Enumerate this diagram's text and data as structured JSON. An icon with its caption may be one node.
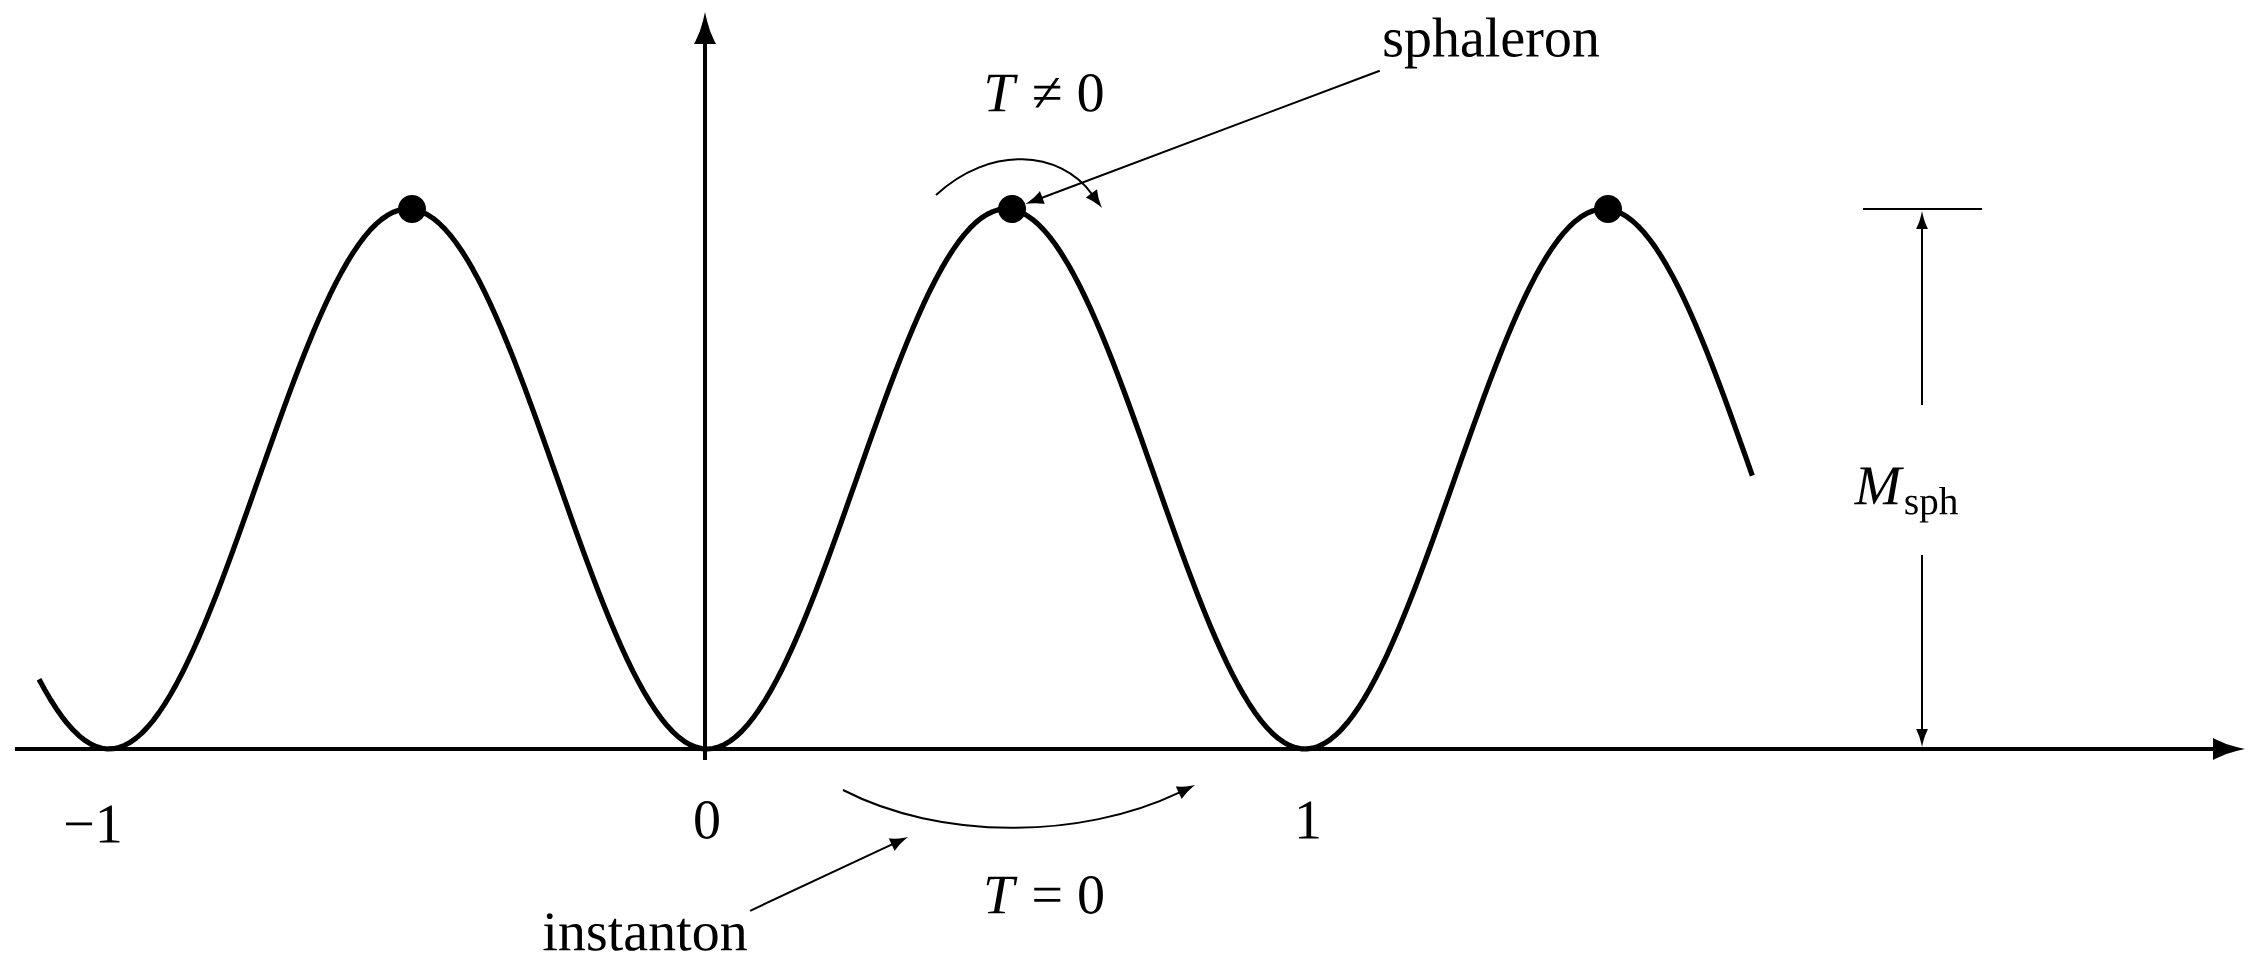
{
  "diagram": {
    "nodes": [
      {
        "text": [
          "sphaleron"
        ]
      },
      {
        "text": [],
        "shape": "circle"
      },
      {
        "text": [],
        "shape": "circle"
      },
      {
        "text": [],
        "shape": "circle"
      },
      {
        "text": [
          "instanton"
        ]
      }
    ],
    "edges": [
      {
        "from": 0,
        "to": 2,
        "arrow": "to"
      },
      {
        "from": 4,
        "to": null,
        "arrow": "to"
      }
    ],
    "labels": [
      "*T* ≠ 0",
      "−1",
      "0",
      "1",
      "*T* = 0",
      "*M*$_{sph}$"
    ]
  }
}
